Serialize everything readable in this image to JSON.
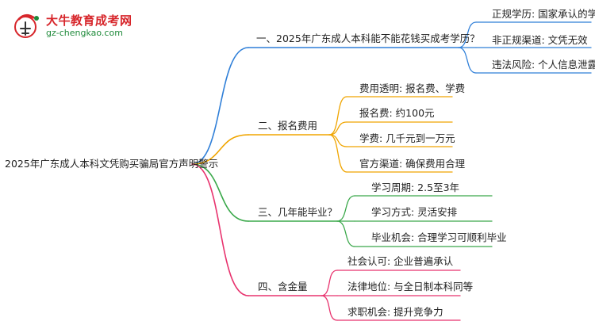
{
  "logo": {
    "site_name": "大牛教育成考网",
    "url": "gz-chengkao.com"
  },
  "root": "2025年广东成人本科文凭购买骗局官方声明警示",
  "branches": [
    {
      "label": "一、2025年广东成人本科能不能花钱买成考学历？",
      "color": "#2f7fd8",
      "children": [
        "正规学历: 国家承认的学历",
        "非正规渠道: 文凭无效",
        "违法风险: 个人信息泄露"
      ]
    },
    {
      "label": "二、报名费用",
      "color": "#f0a500",
      "children": [
        "费用透明: 报名费、学费",
        "报名费: 约100元",
        "学费: 几千元到一万元",
        "官方渠道: 确保费用合理"
      ]
    },
    {
      "label": "三、几年能毕业？",
      "color": "#3aa84a",
      "children": [
        "学习周期: 2.5至3年",
        "学习方式: 灵活安排",
        "毕业机会: 合理学习可顺利毕业"
      ]
    },
    {
      "label": "四、含金量",
      "color": "#e8336e",
      "children": [
        "社会认可: 企业普遍承认",
        "法律地位: 与全日制本科同等",
        "求职机会: 提升竞争力"
      ]
    }
  ]
}
